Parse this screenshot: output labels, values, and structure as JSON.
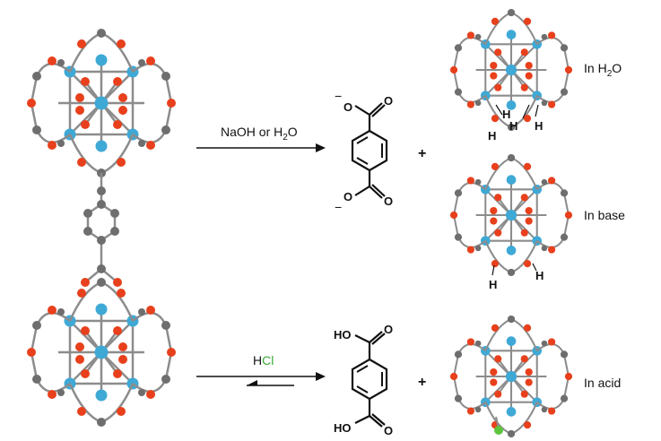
{
  "reactions": {
    "top_condition": {
      "main": "NaOH or H",
      "sub": "2",
      "tail": "O"
    },
    "bottom_condition": {
      "prefix": "H",
      "highlight": "Cl"
    }
  },
  "products": {
    "water": {
      "prefix": "In H",
      "sub": "2",
      "tail": "O"
    },
    "base": "In base",
    "acid": "In acid"
  },
  "symbols": {
    "plus": "+",
    "minus": "−",
    "H": "H",
    "O": "O",
    "HO": "HO"
  },
  "colors": {
    "metal": "#3FA9D6",
    "oxygen": "#E8401C",
    "carbon": "#6E6E6E",
    "bond": "#8C8C8C",
    "chloride": "#5DC53C",
    "highlight_text": "#3AA935"
  }
}
